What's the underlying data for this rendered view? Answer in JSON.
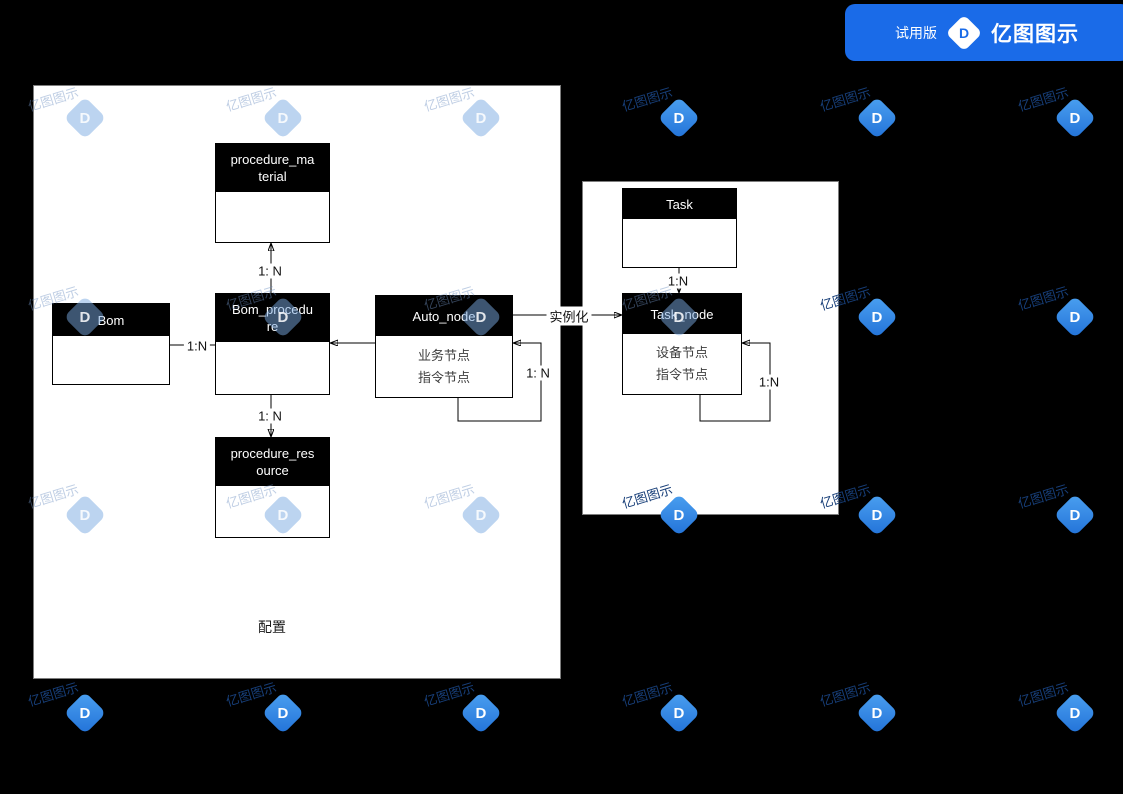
{
  "banner": {
    "trial_label": "试用版",
    "brand": "亿图图示",
    "logo_letter": "D",
    "bg_color": "#1A6BE8"
  },
  "watermark": {
    "text": "亿图图示",
    "logo_letter": "D",
    "bright_color": "#2272D8"
  },
  "diagram": {
    "config_label": "配置",
    "entities": [
      {
        "id": "procedure_material",
        "header_lines": [
          "procedure_ma",
          "terial"
        ],
        "body_lines": []
      },
      {
        "id": "bom",
        "header_lines": [
          "Bom"
        ],
        "body_lines": []
      },
      {
        "id": "bom_procedure",
        "header_lines": [
          "Bom_procedu",
          "re"
        ],
        "body_lines": []
      },
      {
        "id": "procedure_resource",
        "header_lines": [
          "procedure_res",
          "ource"
        ],
        "body_lines": []
      },
      {
        "id": "auto_node",
        "header_lines": [
          "Auto_node"
        ],
        "body_lines": [
          "业务节点",
          "指令节点"
        ]
      },
      {
        "id": "task",
        "header_lines": [
          "Task"
        ],
        "body_lines": []
      },
      {
        "id": "task_node",
        "header_lines": [
          "Task_node"
        ],
        "body_lines": [
          "设备节点",
          "指令节点"
        ]
      }
    ],
    "relation_labels": [
      {
        "id": "bom-bomprocedure",
        "text": "1:N"
      },
      {
        "id": "bomprocedure-material",
        "text": "1: N"
      },
      {
        "id": "bomprocedure-resource",
        "text": "1: N"
      },
      {
        "id": "autonode-self",
        "text": "1: N"
      },
      {
        "id": "autonode-tasknode",
        "text": "实例化"
      },
      {
        "id": "task-tasknode",
        "text": "1:N"
      },
      {
        "id": "tasknode-self",
        "text": "1:N"
      }
    ]
  }
}
